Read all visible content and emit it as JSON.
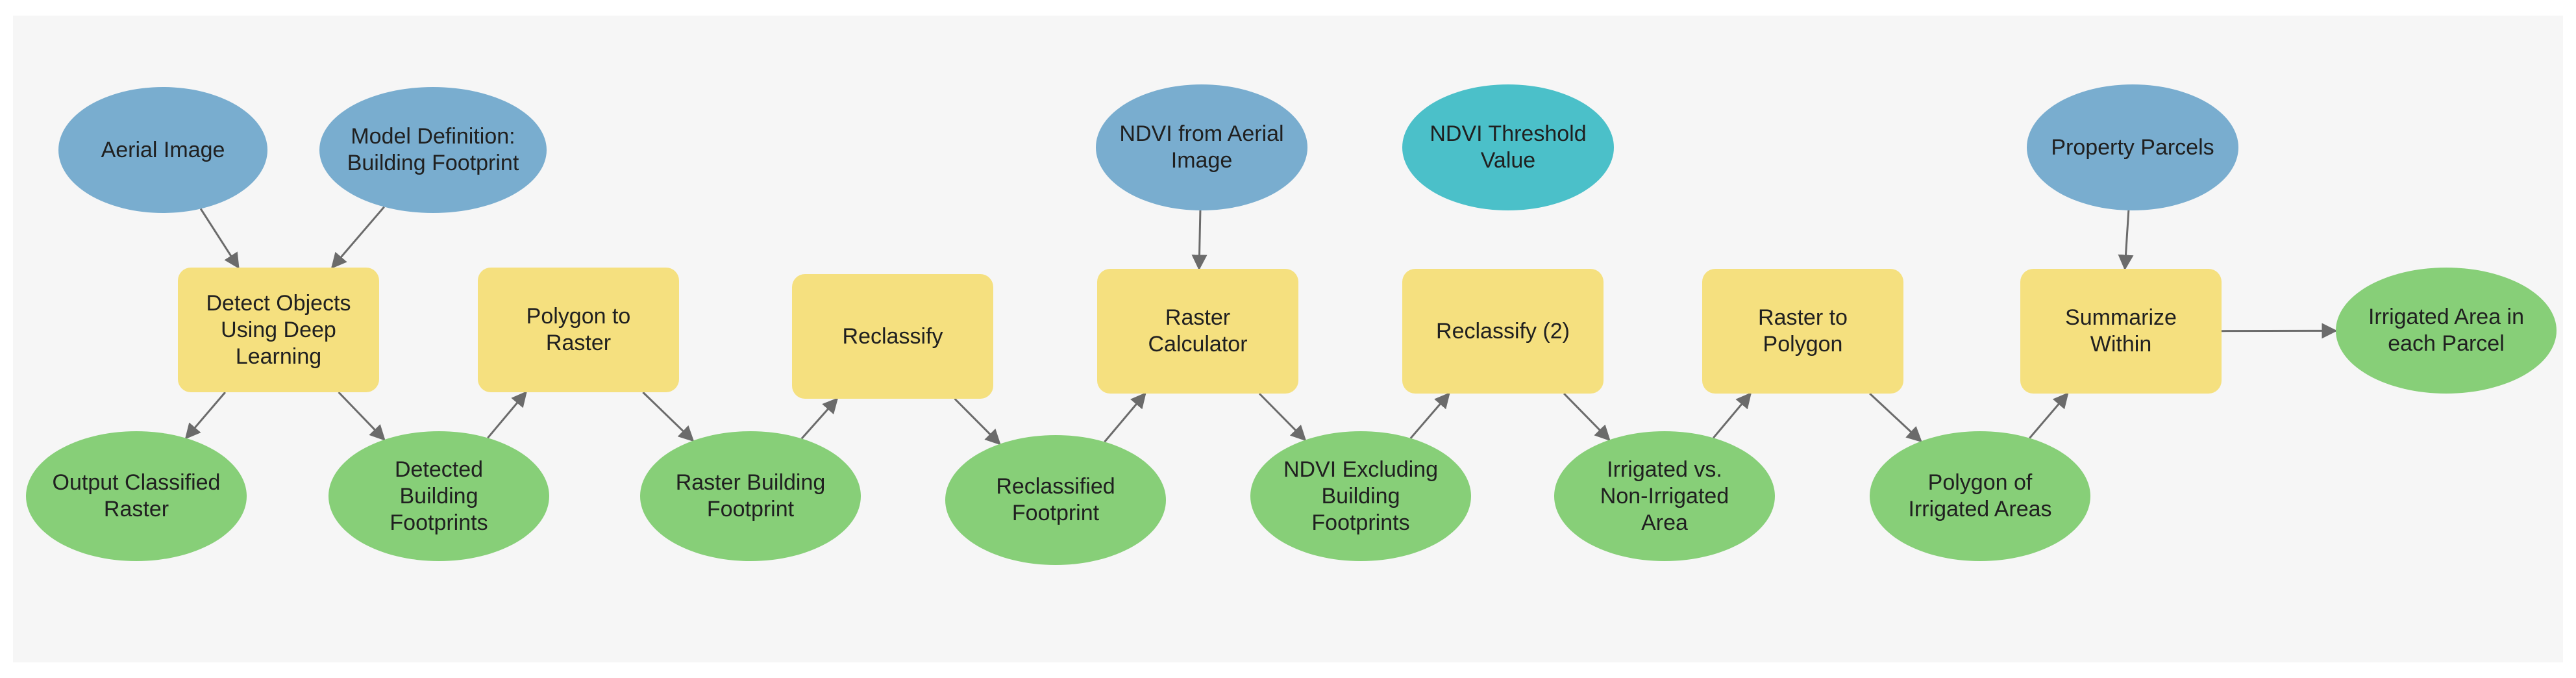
{
  "colors": {
    "input": "#79adcf",
    "parameter": "#4bc0c9",
    "tool": "#f5e07f",
    "output": "#87cf78",
    "connector": "#6b6b6b",
    "canvas": "#f6f6f6"
  },
  "nodes": {
    "aerial_image": "Aerial Image",
    "model_definition": "Model Definition:\nBuilding Footprint",
    "ndvi_from_aerial": "NDVI from Aerial\nImage",
    "ndvi_threshold": "NDVI Threshold\nValue",
    "property_parcels": "Property Parcels",
    "detect_objects": "Detect Objects\nUsing Deep\nLearning",
    "polygon_to_raster": "Polygon to\nRaster",
    "reclassify": "Reclassify",
    "raster_calculator": "Raster\nCalculator",
    "reclassify_2": "Reclassify (2)",
    "raster_to_polygon": "Raster to\nPolygon",
    "summarize_within": "Summarize\nWithin",
    "irrigated_area_parcel": "Irrigated Area in\neach Parcel",
    "output_classified_raster": "Output Classified\nRaster",
    "detected_building_footprints": "Detected\nBuilding\nFootprints",
    "raster_building_footprint": "Raster Building\nFootprint",
    "reclassified_footprint": "Reclassified\nFootprint",
    "ndvi_excluding": "NDVI Excluding\nBuilding\nFootprints",
    "irrigated_vs_non": "Irrigated vs.\nNon-Irrigated\nArea",
    "polygon_irrigated_areas": "Polygon of\nIrrigated Areas"
  }
}
